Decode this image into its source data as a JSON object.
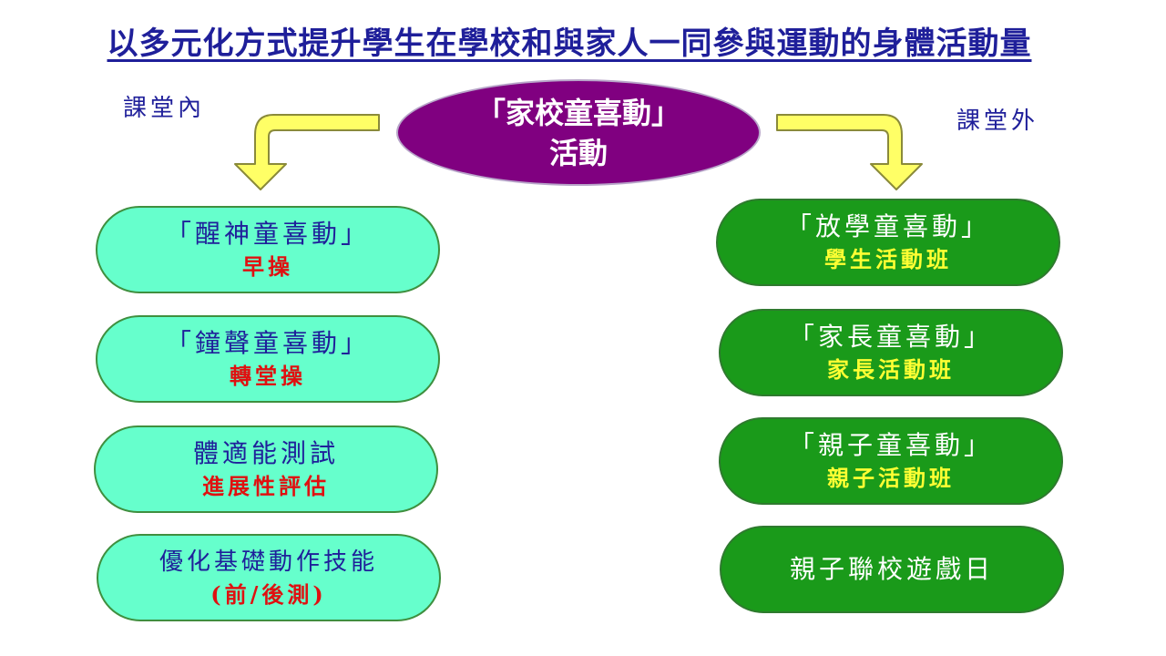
{
  "title": "以多元化方式提升學生在學校和與家人一同參與運動的身體活動量",
  "center": {
    "line1": "「家校童喜動」",
    "line2": "活動"
  },
  "labels": {
    "left": "課堂內",
    "right": "課堂外"
  },
  "colors": {
    "title": "#1f1f9a",
    "center_fill": "#800080",
    "left_fill": "#66ffcc",
    "right_fill": "#1a9a1a",
    "arrow_fill": "#ffff66",
    "left_main_text": "#1f1f9a",
    "left_sub_text": "#e01010",
    "right_main_text": "#ffffff",
    "right_sub_text": "#ffff33"
  },
  "left_items": [
    {
      "main": "「醒神童喜動」",
      "sub": "早操"
    },
    {
      "main": "「鐘聲童喜動」",
      "sub": "轉堂操"
    },
    {
      "main": "體適能測試",
      "sub": "進展性評估"
    },
    {
      "main": "優化基礎動作技能",
      "sub": "(前/後測)"
    }
  ],
  "right_items": [
    {
      "main": "「放學童喜動」",
      "sub": "學生活動班"
    },
    {
      "main": "「家長童喜動」",
      "sub": "家長活動班"
    },
    {
      "main": "「親子童喜動」",
      "sub": "親子活動班"
    },
    {
      "main": "親子聯校遊戲日",
      "sub": ""
    }
  ]
}
